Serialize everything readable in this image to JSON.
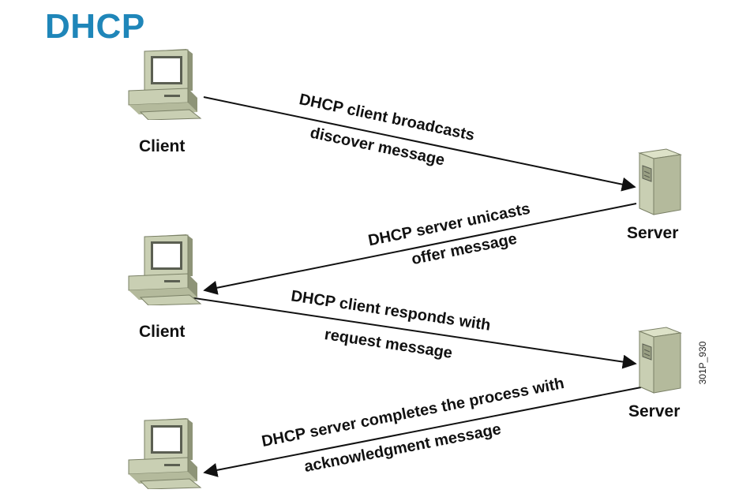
{
  "title": "DHCP",
  "nodes": {
    "client_label": "Client",
    "server_label": "Server"
  },
  "messages": [
    {
      "line1": "DHCP client broadcasts",
      "line2": "discover message"
    },
    {
      "line1": "DHCP server unicasts",
      "line2": "offer message"
    },
    {
      "line1": "DHCP client responds with",
      "line2": "request message"
    },
    {
      "line1": "DHCP server completes the process with",
      "line2": "acknowledgment message"
    }
  ],
  "figure_id": "301P_930",
  "colors": {
    "title": "#1f86b9",
    "device_body": "#c9cfb3",
    "device_shadow": "#8e9478",
    "arrow": "#111111"
  },
  "icons": [
    "computer-icon",
    "server-icon"
  ]
}
